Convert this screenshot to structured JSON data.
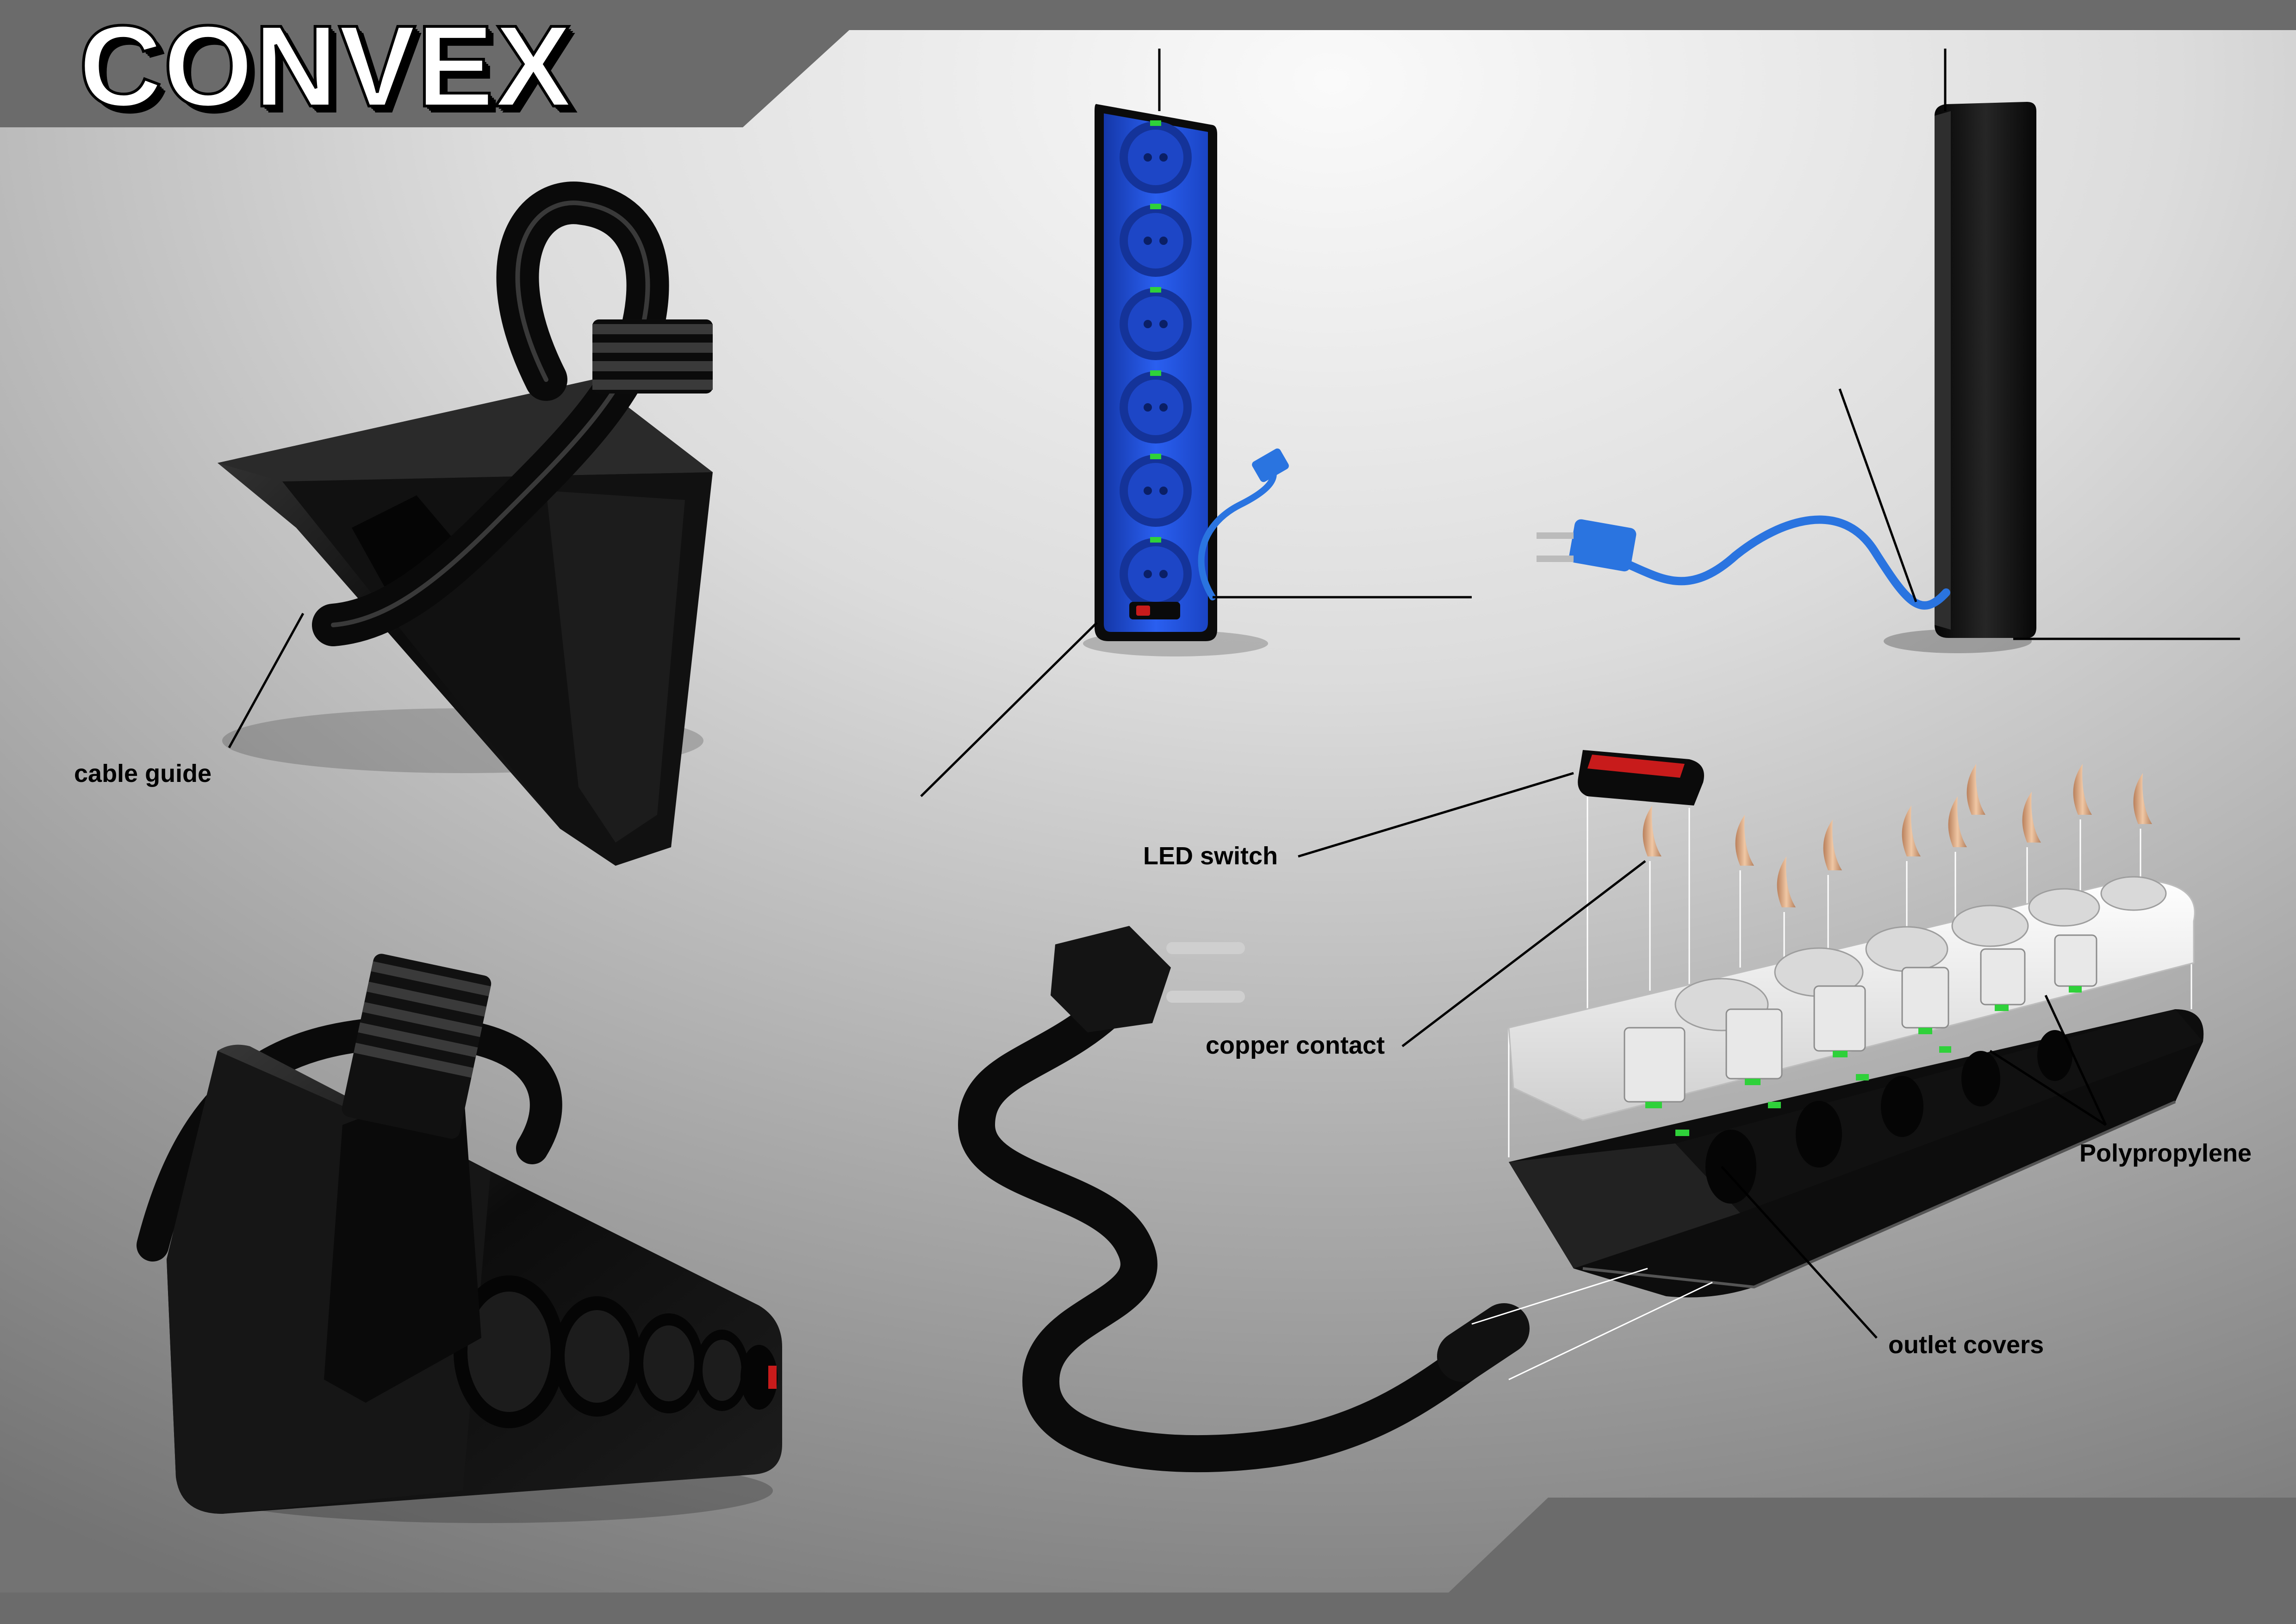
{
  "brand": {
    "title": "CONVEX"
  },
  "labels": {
    "cable_guide": "cable guide",
    "led_switch": "LED switch",
    "copper_contact": "copper contact",
    "polypropylene": "Polypropylene",
    "outlet_covers": "outlet covers"
  },
  "colors": {
    "background_light": "#f7f7f7",
    "background_dark": "#6e6e6e",
    "body_black": "#0e0e0e",
    "body_blue": "#1e4fd8",
    "cable_blue": "#2a74e0",
    "switch_red": "#c81b1b",
    "copper": "#d9a781",
    "socket_green": "#2fd13a"
  }
}
